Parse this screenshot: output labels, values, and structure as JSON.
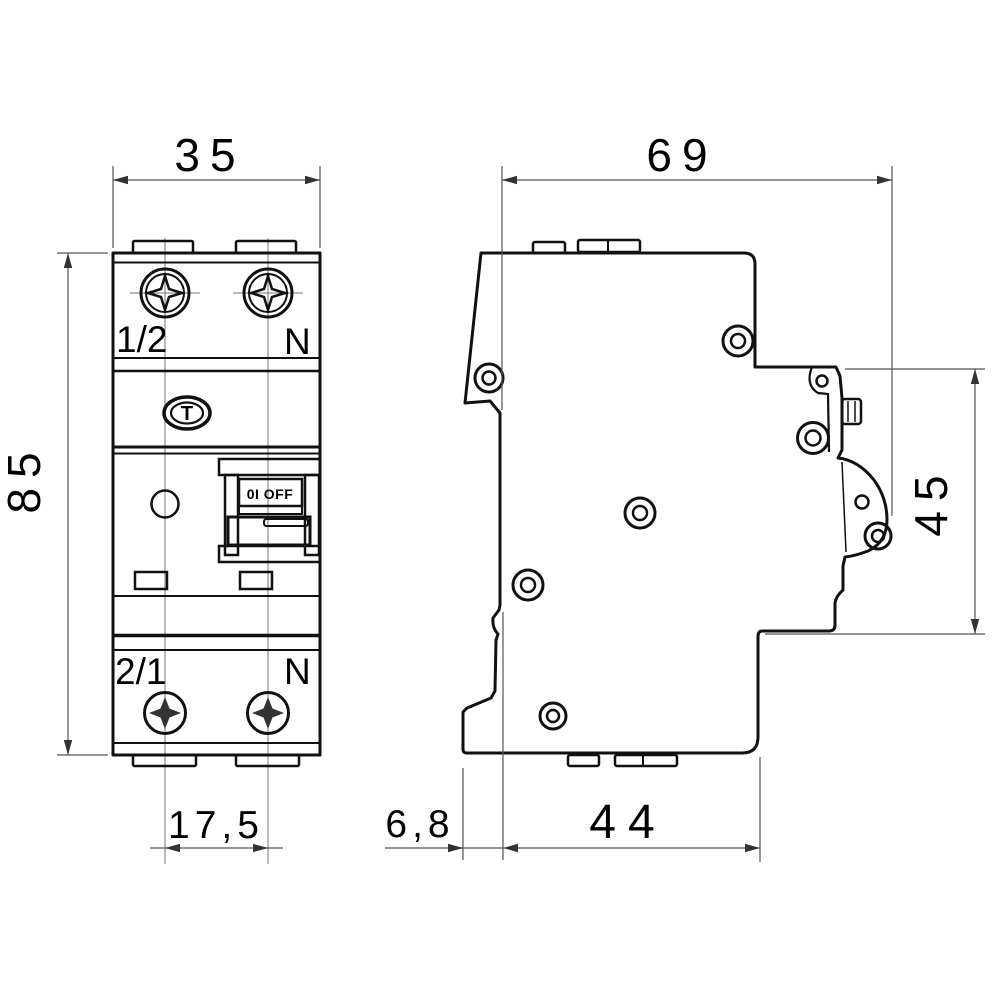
{
  "drawing": {
    "type": "circuit-breaker dimensional drawing, front and side views",
    "front_view": {
      "terminal_label_top_left": "1/2",
      "terminal_label_top_right": "N",
      "terminal_label_bottom_left": "2/1",
      "terminal_label_bottom_right": "N",
      "switch_marking": "0I OFF",
      "test_button_marking": "T"
    },
    "dimensions": {
      "front_width": "35",
      "side_depth": "69",
      "front_height": "85",
      "rear_latch_height": "45",
      "pole_pitch": "17,5",
      "rail_offset": "6,8",
      "base_depth": "44"
    },
    "colors": {
      "line": "#111111",
      "dimension_line": "#555555",
      "background": "#ffffff"
    }
  }
}
